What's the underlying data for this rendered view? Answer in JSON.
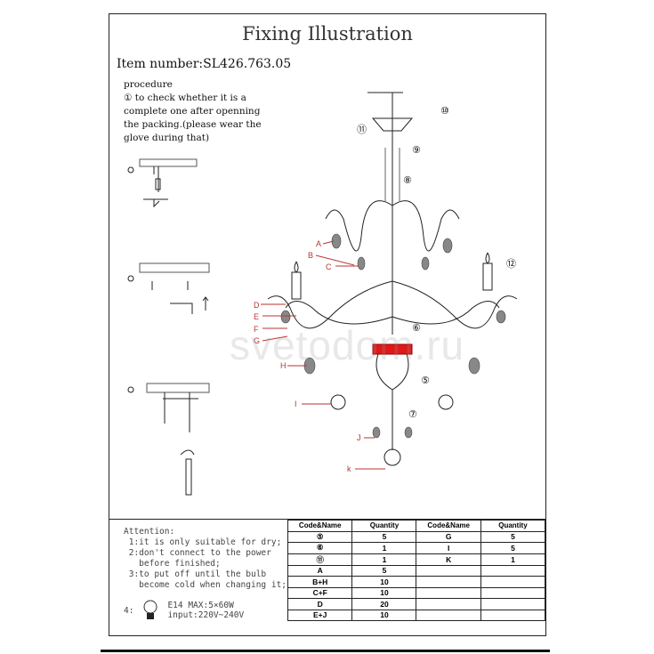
{
  "title": "Fixing Illustration",
  "item_number": "Item number:SL426.763.05",
  "procedure": {
    "heading": "procedure",
    "step1": [
      "① to check whether it is a",
      "complete one after openning",
      "the packing.(please wear the",
      " glove during that)"
    ]
  },
  "part_labels": [
    "A",
    "B",
    "C",
    "D",
    "E",
    "F",
    "G",
    "H",
    "I",
    "J",
    "k"
  ],
  "step_markers": [
    "⑤",
    "⑥",
    "⑦",
    "⑧",
    "⑨",
    "⑩",
    "⑪",
    "⑫"
  ],
  "attention": {
    "heading": "Attention:",
    "lines": [
      " 1:it is only suitable for dry;",
      " 2:don't connect to the power",
      "   before finished;",
      " 3:to put off until the bulb",
      "   become cold when changing it;"
    ],
    "item4_number": "4:",
    "bulb_spec": "E14 MAX:5×60W",
    "input": "input:220V~240V"
  },
  "table": {
    "headers": [
      "Code&Name",
      "Quantity",
      "Code&Name",
      "Quantity"
    ],
    "rows": [
      [
        "⑤",
        "5",
        "G",
        "5"
      ],
      [
        "⑥",
        "1",
        "I",
        "5"
      ],
      [
        "⑪",
        "1",
        "K",
        "1"
      ],
      [
        "A",
        "5",
        "",
        ""
      ],
      [
        "B+H",
        "10",
        "",
        ""
      ],
      [
        "C+F",
        "10",
        "",
        ""
      ],
      [
        "D",
        "20",
        "",
        ""
      ],
      [
        "E+J",
        "10",
        "",
        ""
      ]
    ]
  },
  "watermark": "svetodom.ru"
}
